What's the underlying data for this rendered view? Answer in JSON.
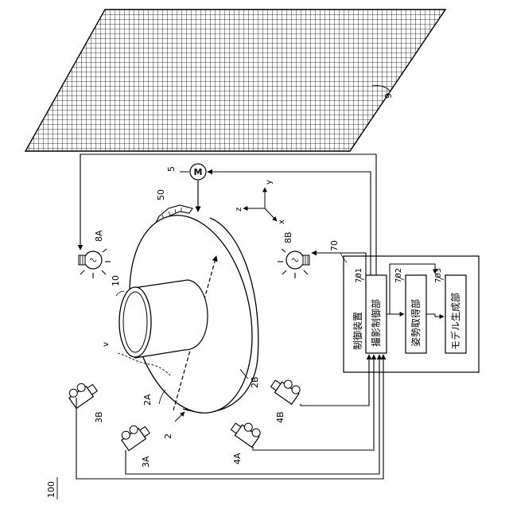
{
  "figure_ref": "100",
  "labels": {
    "screen": "9",
    "motor_ref": "5",
    "motor_glyph": "M",
    "rotation": "50",
    "object": "10",
    "light_a": "8A",
    "light_b": "8B",
    "stage": "2",
    "stage_top": "2A",
    "stage_side": "2B",
    "camera_3a": "3A",
    "camera_3b": "3B",
    "camera_4a": "4A",
    "camera_4b": "4B",
    "vertex": "v",
    "axis_x": "x",
    "axis_y": "y",
    "axis_z": "z"
  },
  "control_device": {
    "ref": "70",
    "title": "制御装置",
    "units": [
      {
        "ref": "701",
        "name": "撮影制御部"
      },
      {
        "ref": "702",
        "name": "姿勢取得部"
      },
      {
        "ref": "703",
        "name": "モデル生成部"
      }
    ]
  },
  "colors": {
    "ink": "#000000",
    "paper": "#ffffff"
  }
}
